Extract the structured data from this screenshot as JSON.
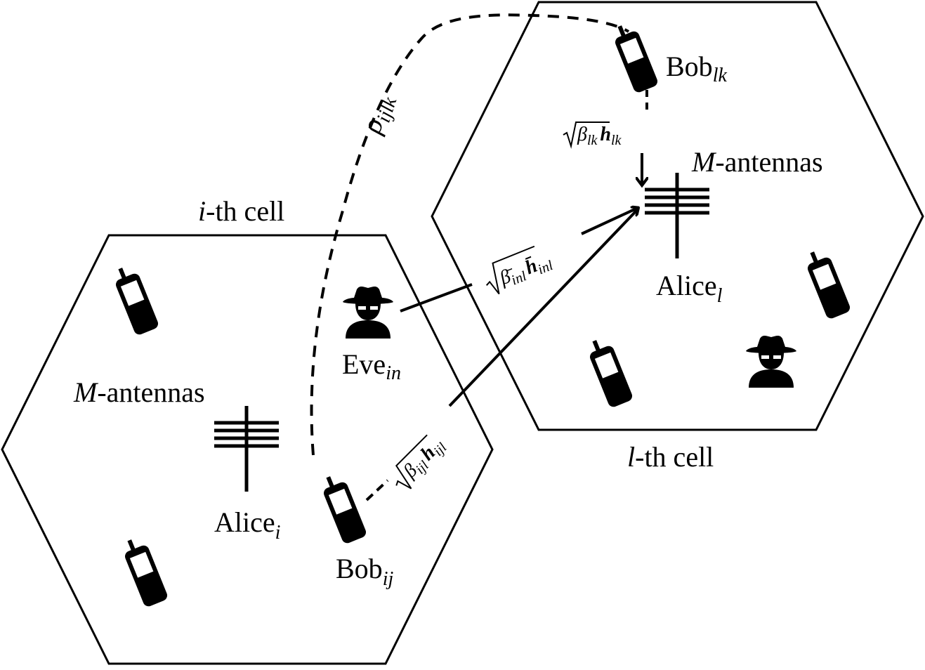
{
  "cells": {
    "i": {
      "label_var": "i",
      "label_text": "-th cell"
    },
    "l": {
      "label_var": "l",
      "label_text": "-th cell"
    }
  },
  "antennas": {
    "i": {
      "var": "M",
      "text": "-antennas"
    },
    "l": {
      "var": "M",
      "text": "-antennas"
    }
  },
  "nodes": {
    "alice_i": {
      "base": "Alice",
      "sub": "i"
    },
    "alice_l": {
      "base": "Alice",
      "sub": "l"
    },
    "bob_ij": {
      "base": "Bob",
      "sub": "ij"
    },
    "bob_lk": {
      "base": "Bob",
      "sub": "lk"
    },
    "eve_in": {
      "base": "Eve",
      "sub": "in"
    }
  },
  "links": {
    "rho": {
      "sym": "ρ",
      "sub": "ijlk"
    },
    "bob_lk_channel": {
      "beta": "β",
      "beta_sub": "lk",
      "h": "h",
      "h_sub": "lk"
    },
    "eve_channel": {
      "beta": "β̄",
      "beta_sub": "inl",
      "h": "h̄",
      "h_sub": "inl"
    },
    "bob_ij_channel": {
      "beta": "β",
      "beta_sub": "ijl",
      "h": "h",
      "h_sub": "ijl"
    }
  },
  "icons": [
    "mobile-phone-icon",
    "eavesdropper-icon",
    "antenna-array-icon"
  ]
}
